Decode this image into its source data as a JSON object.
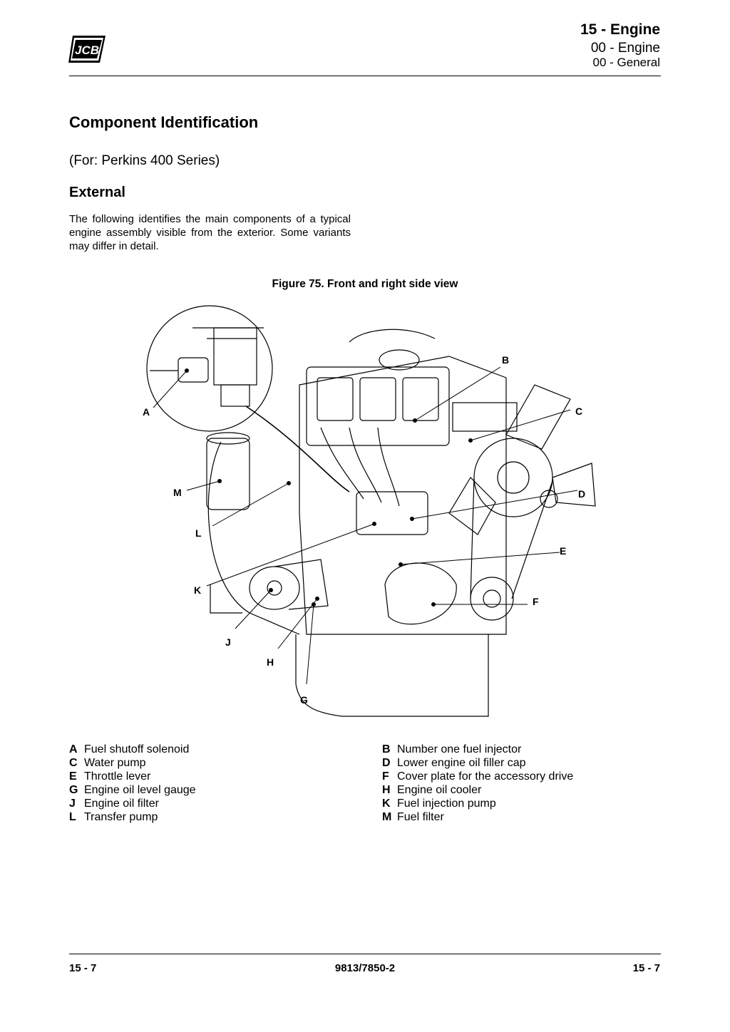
{
  "header": {
    "logo_text": "JCB",
    "section": "15 - Engine",
    "subsection": "00 - Engine",
    "topic": "00 - General"
  },
  "page": {
    "title": "Component Identification",
    "applicability": "(For: Perkins 400 Series)",
    "heading": "External",
    "intro": "The following identifies the main components of a typical engine assembly visible from the exterior. Some variants may differ in detail."
  },
  "figure": {
    "caption": "Figure 75. Front and right side view",
    "callouts": [
      "A",
      "B",
      "C",
      "D",
      "E",
      "F",
      "G",
      "H",
      "J",
      "K",
      "L",
      "M"
    ]
  },
  "legend": {
    "left": [
      {
        "key": "A",
        "text": "Fuel shutoff solenoid"
      },
      {
        "key": "C",
        "text": "Water pump"
      },
      {
        "key": "E",
        "text": "Throttle lever"
      },
      {
        "key": "G",
        "text": "Engine oil level gauge"
      },
      {
        "key": "J",
        "text": "Engine oil filter"
      },
      {
        "key": "L",
        "text": "Transfer pump"
      }
    ],
    "right": [
      {
        "key": "B",
        "text": "Number one fuel injector"
      },
      {
        "key": "D",
        "text": "Lower engine oil filler cap"
      },
      {
        "key": "F",
        "text": "Cover plate for the accessory drive"
      },
      {
        "key": "H",
        "text": "Engine oil cooler"
      },
      {
        "key": "K",
        "text": "Fuel injection pump"
      },
      {
        "key": "M",
        "text": "Fuel filter"
      }
    ]
  },
  "footer": {
    "left": "15 - 7",
    "center": "9813/7850-2",
    "right": "15 - 7"
  }
}
